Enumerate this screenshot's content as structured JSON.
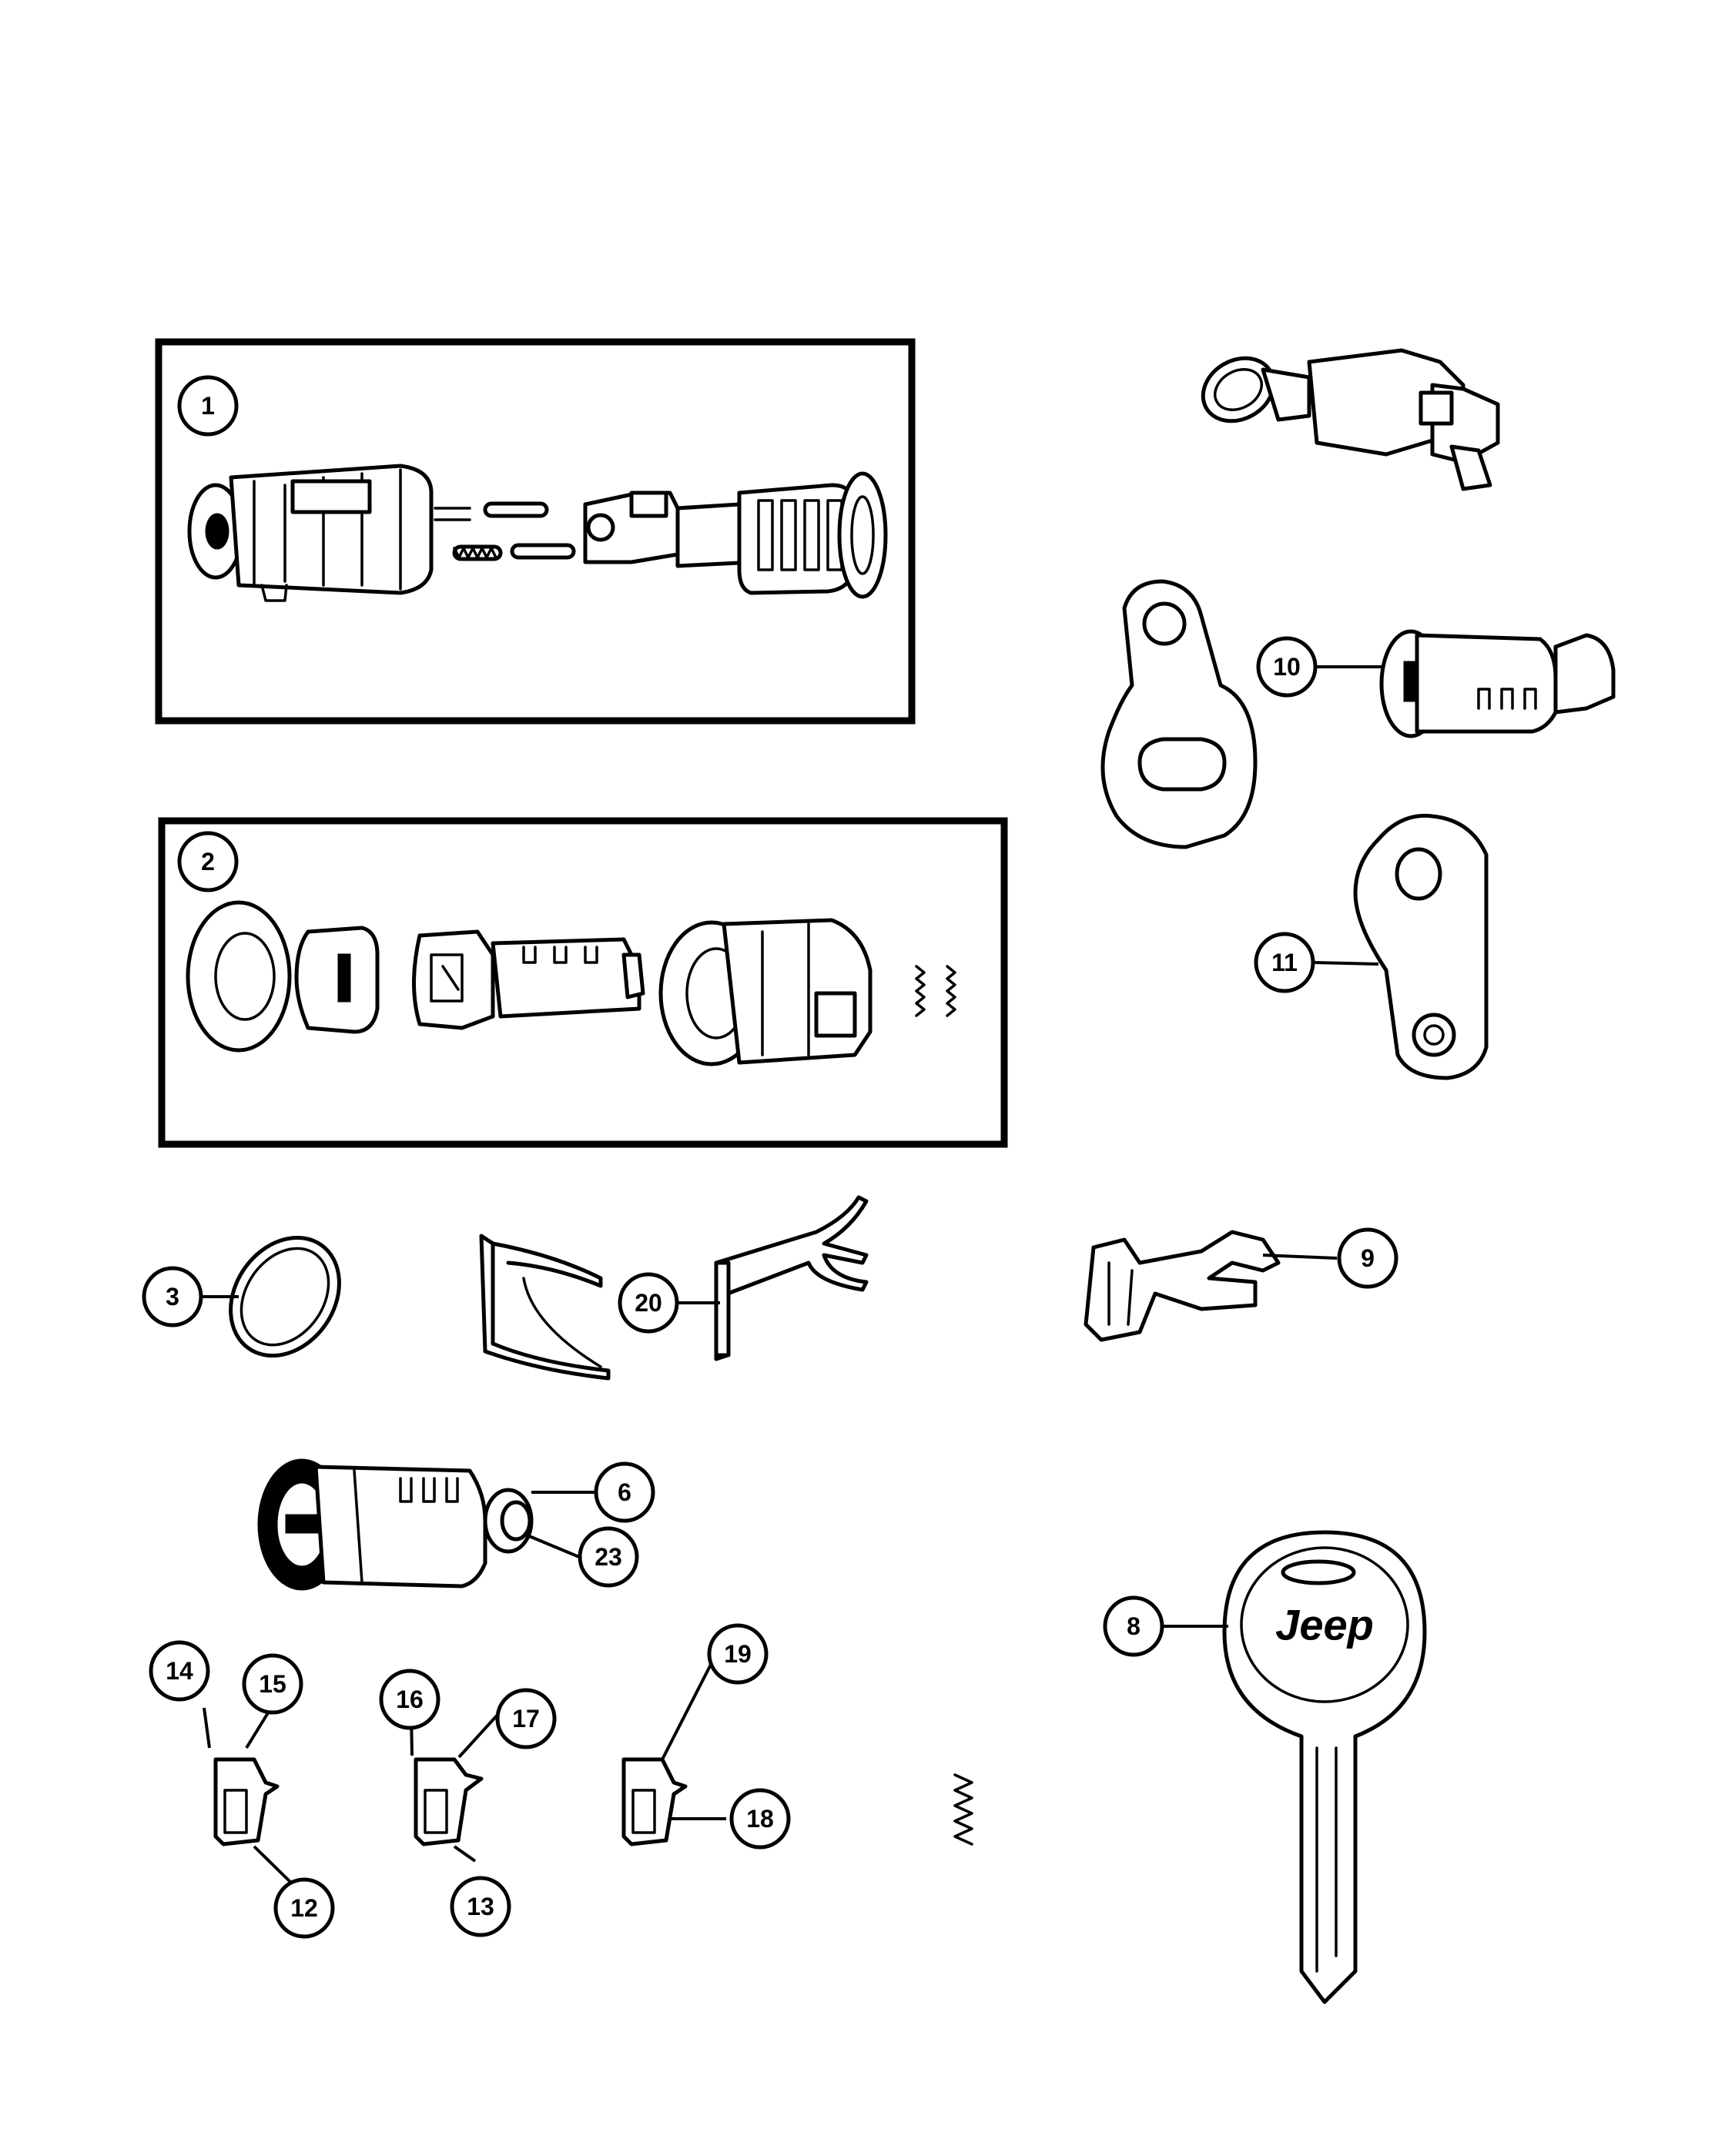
{
  "diagram": {
    "callouts": [
      {
        "id": "1",
        "label": "1"
      },
      {
        "id": "2",
        "label": "2"
      },
      {
        "id": "3",
        "label": "3"
      },
      {
        "id": "6",
        "label": "6"
      },
      {
        "id": "8",
        "label": "8"
      },
      {
        "id": "9",
        "label": "9"
      },
      {
        "id": "10",
        "label": "10"
      },
      {
        "id": "11",
        "label": "11"
      },
      {
        "id": "12",
        "label": "12"
      },
      {
        "id": "13",
        "label": "13"
      },
      {
        "id": "14",
        "label": "14"
      },
      {
        "id": "15",
        "label": "15"
      },
      {
        "id": "16",
        "label": "16"
      },
      {
        "id": "17",
        "label": "17"
      },
      {
        "id": "18",
        "label": "18"
      },
      {
        "id": "19",
        "label": "19"
      },
      {
        "id": "20",
        "label": "20"
      },
      {
        "id": "23",
        "label": "23"
      }
    ],
    "key_logo_text": "Jeep"
  }
}
